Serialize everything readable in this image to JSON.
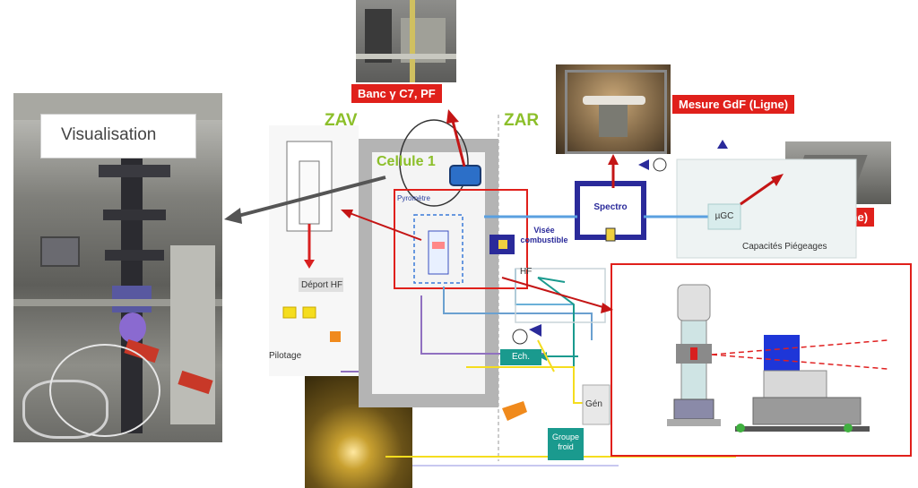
{
  "labels": {
    "visualisation": "Visualisation",
    "banc": "Banc γ C7, PF",
    "zav": "ZAV",
    "zar": "ZAR",
    "cellule": "Cellule 1",
    "mesure_gdf": "Mesure GdF (Ligne)",
    "mesure_he": "Mesure He(Ligne)",
    "spectro": "Spectro",
    "vise": "Visée combustible",
    "ugc": "µGC",
    "capacites": "Capacités Piégeages",
    "depot": "Déport HF",
    "pilotage": "Pilotage",
    "hf": "HF",
    "ech": "Ech.",
    "groupe": "Groupe froid",
    "gen": "Gén",
    "pyro": "Pyromètre"
  },
  "colors": {
    "red": "#e0201b",
    "green": "#8cbf2a",
    "navy": "#2a2a9a",
    "teal": "#1a9a8e",
    "yellow": "#f5dd1e",
    "cellwall": "#b4b4b4"
  }
}
